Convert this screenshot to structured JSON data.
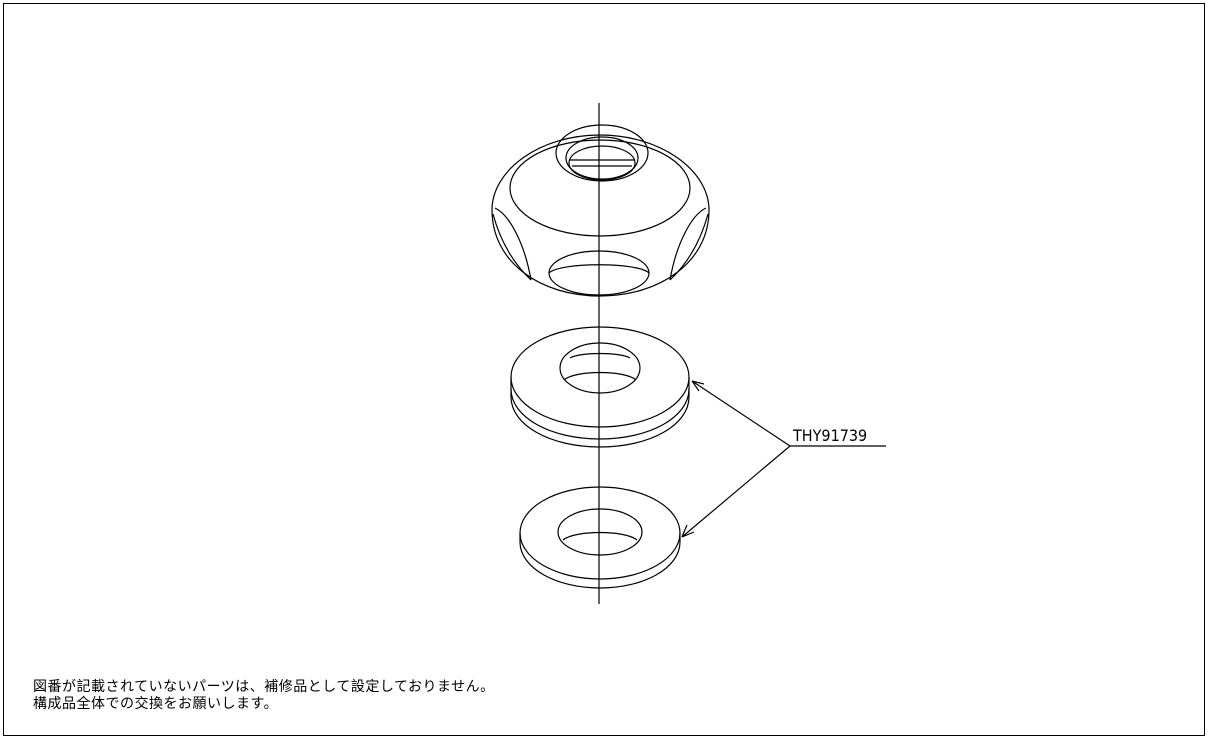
{
  "callout": {
    "part_number": "THY91739"
  },
  "note": {
    "line1": "図番が記載されていないパーツは、補修品として設定しておりません。",
    "line2": "構成品全体での交換をお願いします。"
  }
}
